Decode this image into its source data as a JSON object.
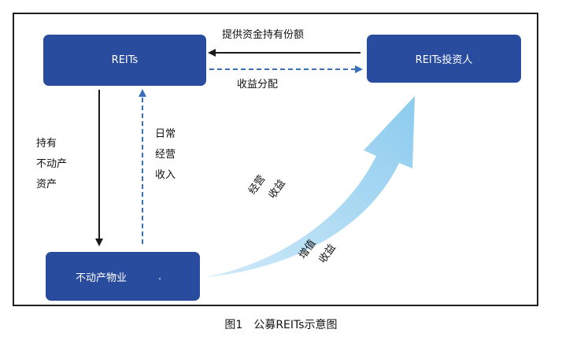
{
  "boxes": {
    "reits": "REITs",
    "investors": "REITs投资人",
    "property": "不动产物业",
    "property_dot": "."
  },
  "labels": {
    "provide_funds": "提供资金持有份额",
    "income_distribution": "收益分配",
    "hold_assets": [
      "持有",
      "不动产",
      "资产"
    ],
    "daily_income": [
      "日常",
      "经营",
      "收入"
    ],
    "operating_income": [
      "经营",
      "收益"
    ],
    "appreciation_income": [
      "增值",
      "收益"
    ]
  },
  "caption": "图1　公募REITs示意图",
  "colors": {
    "box": "#2a4c9e",
    "arrow_solid": "#1a1a1a",
    "arrow_dashed": "#3a6fb8",
    "big_arrow_light": "#cfeaf8",
    "big_arrow_dark": "#8ccbee"
  }
}
